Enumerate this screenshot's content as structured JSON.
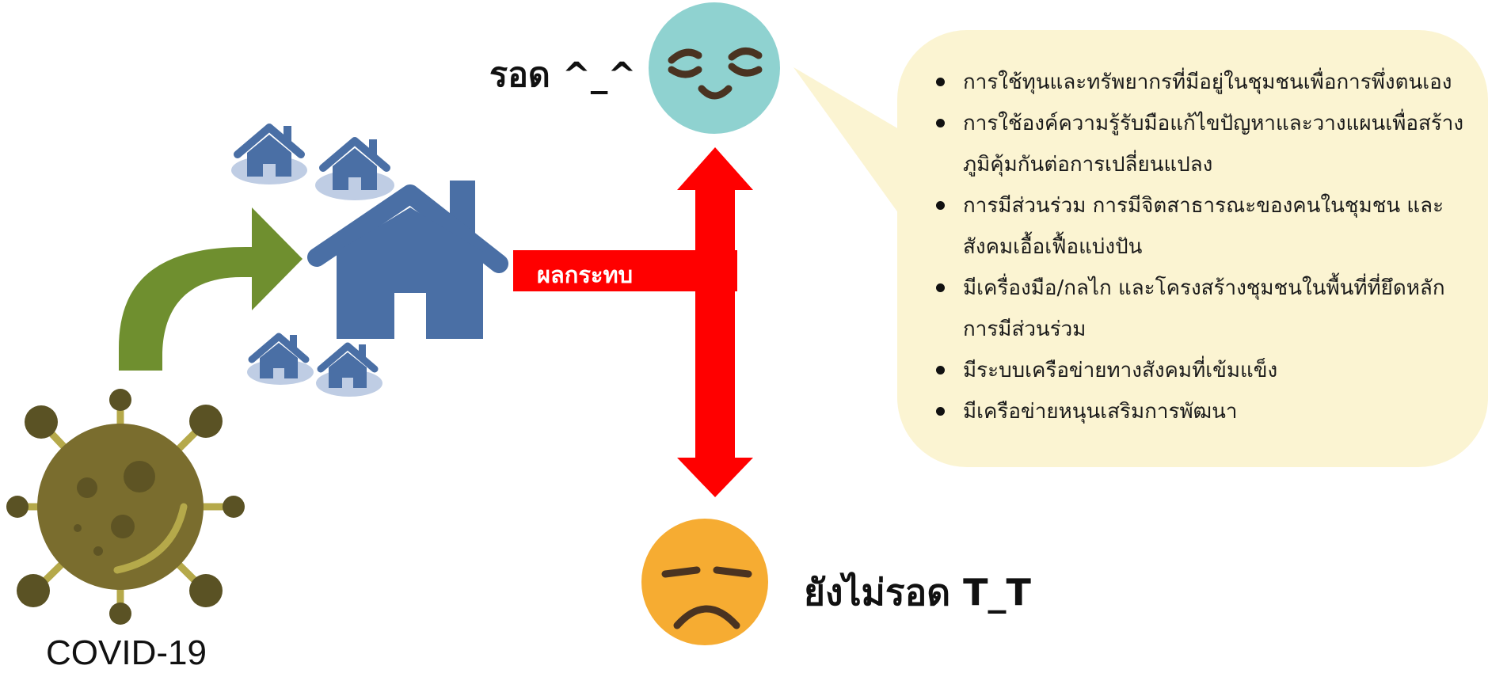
{
  "labels": {
    "survive": "รอด ^_^",
    "not_survive": "ยังไม่รอด T_T",
    "covid": "COVID-19",
    "impact": "ผลกระทบ"
  },
  "factors": [
    "การใช้ทุนและทรัพยากรที่มีอยู่ในชุมชนเพื่อการพึ่งตนเอง",
    "การใช้องค์ความรู้รับมือแก้ไขปัญหาและวางแผนเพื่อสร้างภูมิคุ้มกันต่อการเปลี่ยนแปลง",
    "การมีส่วนร่วม การมีจิตสาธารณะของคนในชุมชน และสังคมเอื้อเฟื้อแบ่งปัน",
    "มีเครื่องมือ/กลไก และโครงสร้างชุมชนในพื้นที่ที่ยึดหลักการมีส่วนร่วม",
    "มีระบบเครือข่ายทางสังคมที่เข้มแข็ง",
    "มีเครือข่ายหนุนเสริมการพัฒนา"
  ],
  "colors": {
    "impact_arrow": "#ff0000",
    "house": "#4a6fa5",
    "house_shadow": "#bfcde4",
    "green_arrow": "#6f8f2f",
    "virus_body": "#7a6d2e",
    "virus_spot": "#5e5424",
    "virus_spike": "#b5a94a",
    "virus_knob": "#5a5224",
    "happy_face": "#8fd2d0",
    "sad_face": "#f6ac32",
    "face_features": "#4a3321",
    "callout_bg": "#fbf4d2"
  },
  "icons": {
    "virus": "virus-icon",
    "green_arrow": "curved-arrow-icon",
    "house": "house-icon",
    "happy_face": "smiling-face-icon",
    "sad_face": "sad-face-icon"
  }
}
